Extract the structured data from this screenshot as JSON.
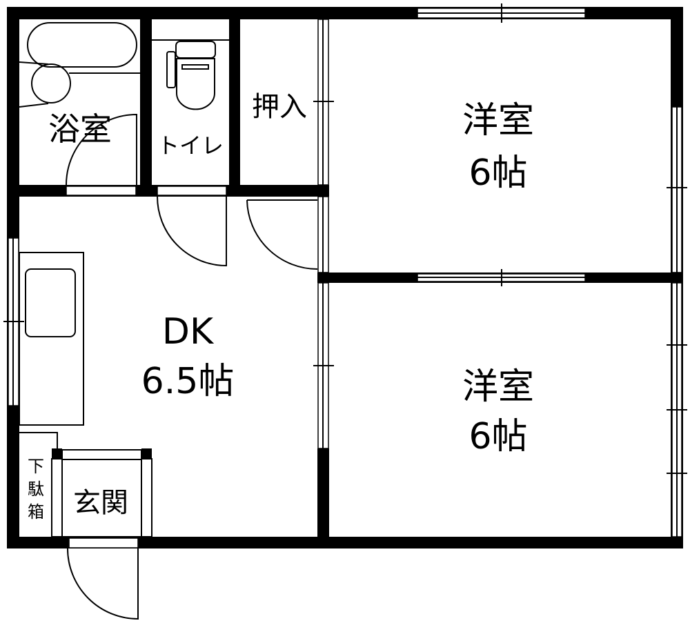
{
  "rooms": {
    "bath": "浴室",
    "toilet": "トイレ",
    "closet": "押入",
    "western1": {
      "name": "洋室",
      "size": "6帖"
    },
    "western2": {
      "name": "洋室",
      "size": "6帖"
    },
    "dk": {
      "name": "DK",
      "size": "6.5帖"
    },
    "entrance": "玄関",
    "shoe_box": [
      "下",
      "駄",
      "箱"
    ]
  },
  "colors": {
    "wall": "#000000",
    "background": "#ffffff"
  }
}
